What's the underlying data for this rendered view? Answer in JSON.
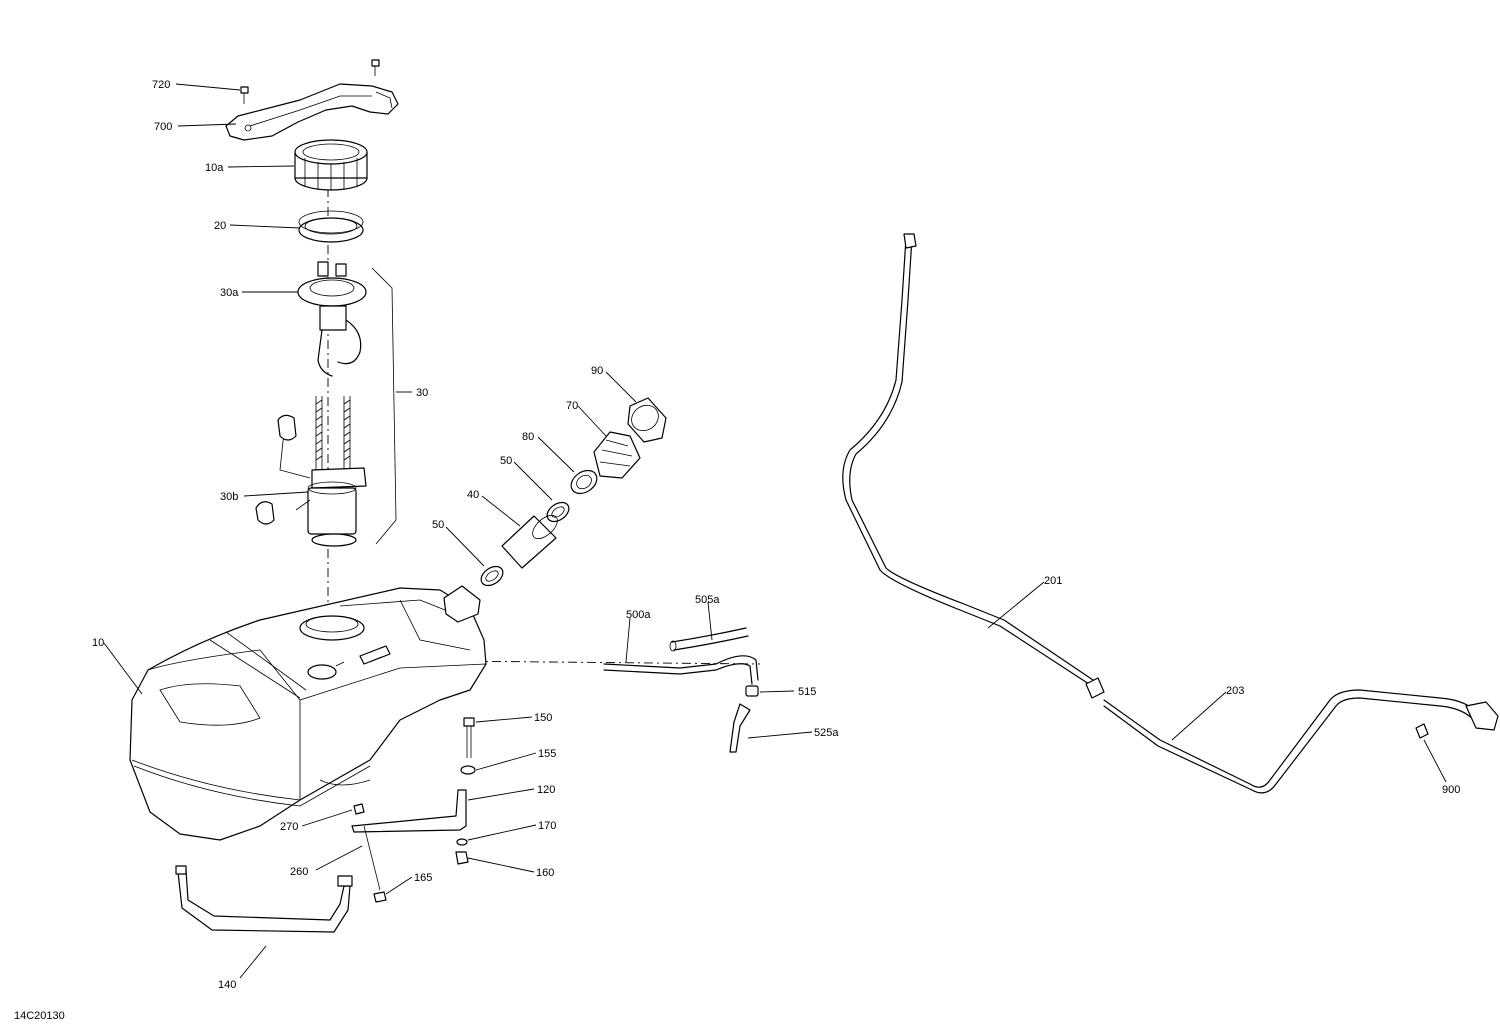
{
  "drawing_code": "14C20130",
  "callouts": {
    "c720": "720",
    "c700": "700",
    "c10a": "10a",
    "c20": "20",
    "c30a": "30a",
    "c30": "30",
    "c30b": "30b",
    "c90": "90",
    "c70": "70",
    "c80": "80",
    "c50_top": "50",
    "c40": "40",
    "c50_bottom": "50",
    "c10": "10",
    "c500a": "500a",
    "c505a": "505a",
    "c515": "515",
    "c525a": "525a",
    "c150": "150",
    "c155": "155",
    "c120": "120",
    "c270": "270",
    "c170": "170",
    "c260": "260",
    "c160": "160",
    "c165": "165",
    "c140": "140",
    "c201": "201",
    "c203": "203",
    "c900": "900"
  }
}
